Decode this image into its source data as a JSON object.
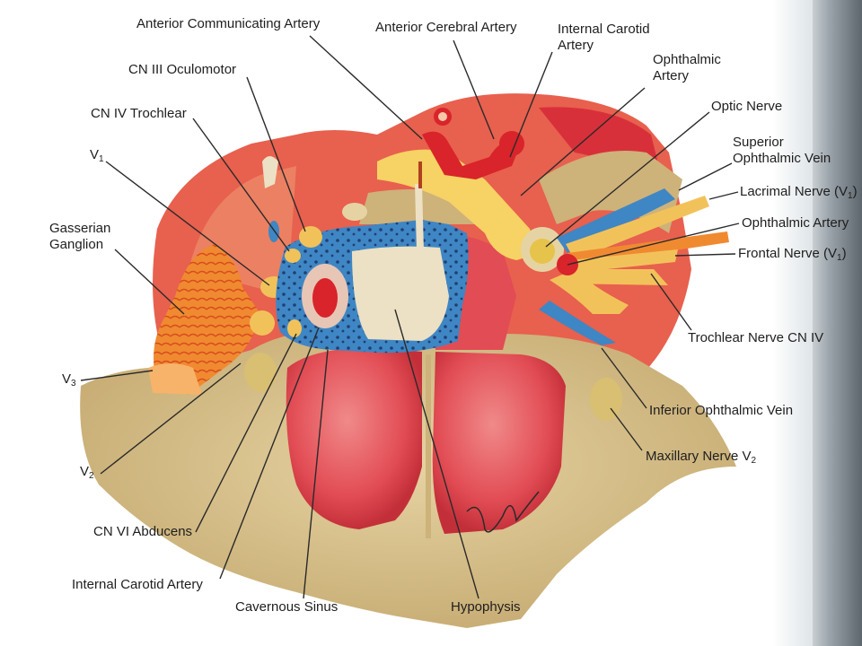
{
  "labels": {
    "anterior_communicating_artery": "Anterior Communicating Artery",
    "anterior_cerebral_artery": "Anterior Cerebral Artery",
    "internal_carotid_artery_top_line1": "Internal Carotid",
    "internal_carotid_artery_top_line2": "Artery",
    "ophthalmic_artery_top_line1": "Ophthalmic",
    "ophthalmic_artery_top_line2": "Artery",
    "optic_nerve": "Optic Nerve",
    "superior_ophthalmic_vein_line1": "Superior",
    "superior_ophthalmic_vein_line2": "Ophthalmic Vein",
    "lacrimal_nerve": "Lacrimal Nerve (V",
    "lacrimal_nerve_sub": "1",
    "lacrimal_nerve_end": ")",
    "ophthalmic_artery_right": "Ophthalmic Artery",
    "frontal_nerve": "Frontal Nerve (V",
    "frontal_nerve_sub": "1",
    "frontal_nerve_end": ")",
    "trochlear_nerve_cn_iv": "Trochlear Nerve CN IV",
    "inferior_ophthalmic_vein": "Inferior Ophthalmic Vein",
    "maxillary_nerve": "Maxillary Nerve V",
    "maxillary_nerve_sub": "2",
    "cn_iii_oculomotor": "CN III Oculomotor",
    "cn_iv_trochlear": "CN IV Trochlear",
    "v1": "V",
    "v1_sub": "1",
    "gasserian_ganglion_line1": "Gasserian",
    "gasserian_ganglion_line2": "Ganglion",
    "v3": "V",
    "v3_sub": "3",
    "v2": "V",
    "v2_sub": "2",
    "cn_vi_abducens": "CN VI Abducens",
    "internal_carotid_artery_bottom": "Internal Carotid Artery",
    "cavernous_sinus": "Cavernous Sinus",
    "hypophysis": "Hypophysis"
  },
  "colors": {
    "bone": "#d8c290",
    "artery_red": "#d8242a",
    "tissue_red": "#e04a44",
    "sinus_blue": "#3f86c4",
    "nerve_yellow": "#f0c24a",
    "label_text": "#1e1e1e",
    "leader_line": "#2a2a2a"
  }
}
